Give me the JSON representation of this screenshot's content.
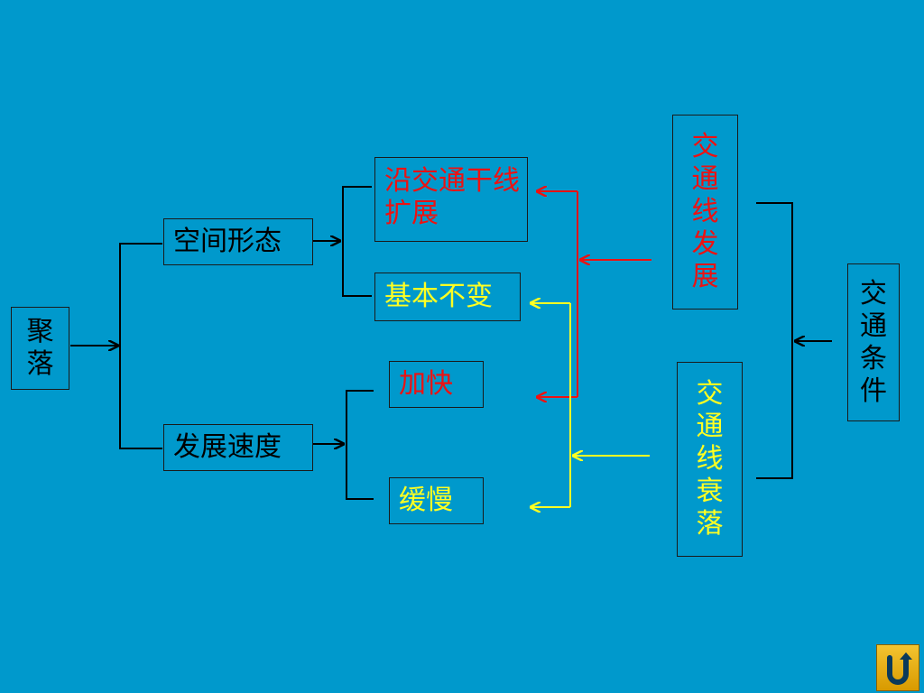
{
  "nodes": {
    "settlement": "聚落",
    "spatial_form": "空间形态",
    "development_speed": "发展速度",
    "expand_along_routes": "沿交通干线扩展",
    "basically_unchanged": "基本不变",
    "accelerate": "加快",
    "slow_down": "缓慢",
    "route_development": "交通线发展",
    "route_decline": "交通线衰落",
    "transport_conditions": "交通条件"
  },
  "colors": {
    "background": "#0099CC",
    "black": "#000000",
    "red": "#EE1111",
    "yellow": "#FFFF22"
  },
  "icons": {
    "home_button": "u-turn-arrow-icon"
  }
}
